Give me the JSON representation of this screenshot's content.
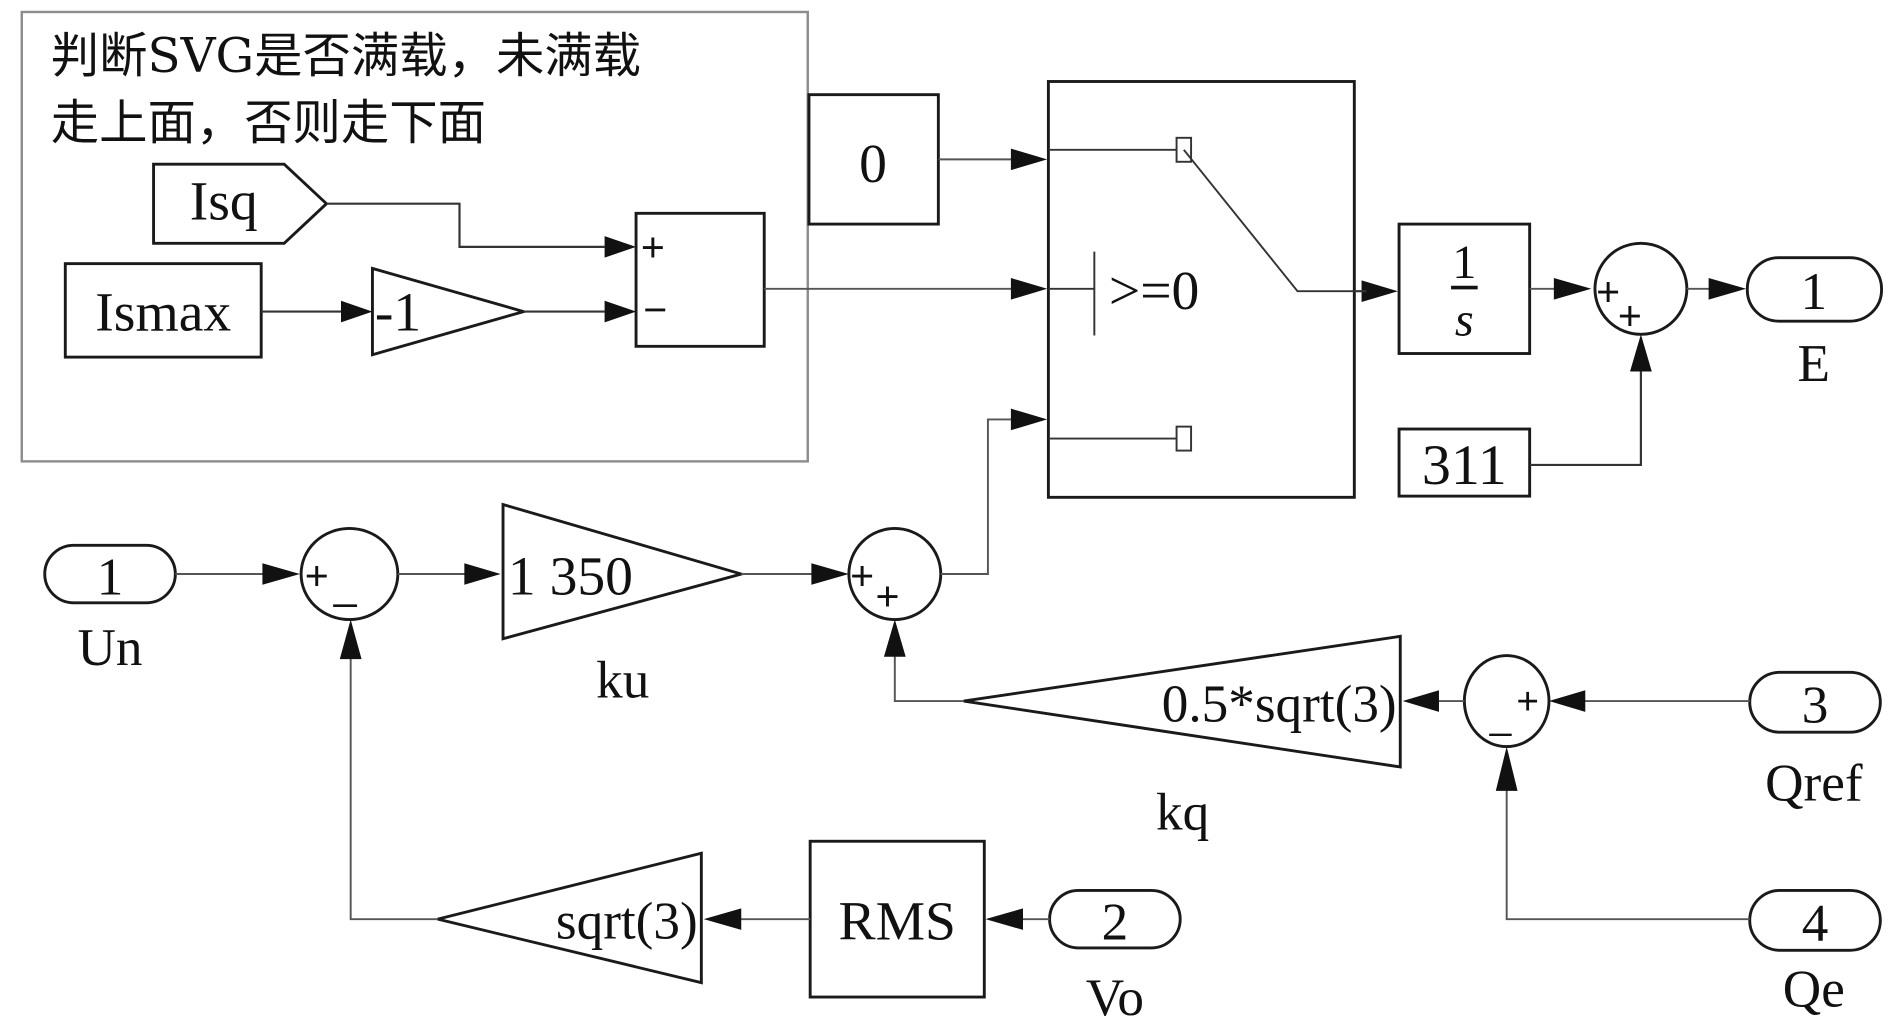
{
  "annotation": {
    "line1": "判断SVG是否满载，未满载",
    "line2": "走上面，否则走下面"
  },
  "blocks": {
    "isq_goto": "Isq",
    "ismax_const": "Ismax",
    "neg_gain": "-1",
    "sum_top_signs": [
      "+",
      "−"
    ],
    "zero_const": "0",
    "switch_criterion": ">=0",
    "integrator_num": "1",
    "integrator_den": "s",
    "const_311": "311",
    "sum_out_signs": [
      "+",
      "+"
    ],
    "out1_port": "1",
    "out1_label": "E",
    "in1_port": "1",
    "in1_label": "Un",
    "sum_un_signs": [
      "+",
      "_"
    ],
    "ku_gain": "1 350",
    "ku_label": "ku",
    "sum_mid_signs": [
      "+",
      "+"
    ],
    "kq_gain": "0.5*sqrt(3)",
    "kq_label": "kq",
    "sum_q_signs": [
      "+",
      "_"
    ],
    "in3_port": "3",
    "in3_label": "Qref",
    "in4_port": "4",
    "in4_label": "Qe",
    "sqrt3_gain": "sqrt(3)",
    "rms_block": "RMS",
    "in2_port": "2",
    "in2_label": "Vo"
  }
}
